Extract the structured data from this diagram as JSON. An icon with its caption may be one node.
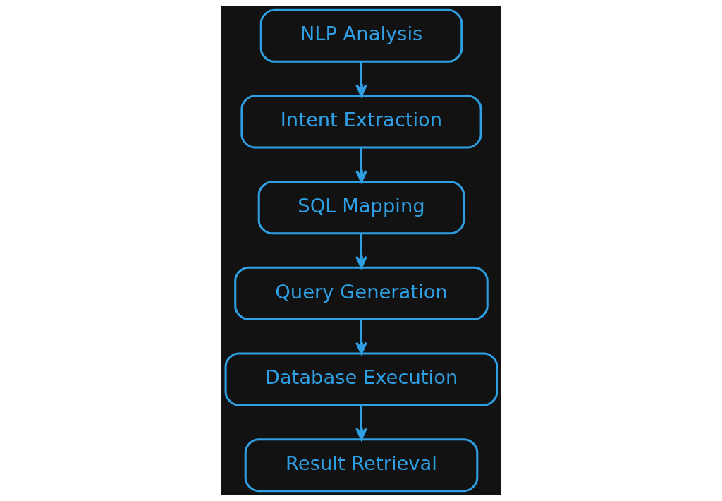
{
  "diagram": {
    "nodes": [
      {
        "text": [
          "NLP Analysis"
        ]
      },
      {
        "text": [
          "Intent Extraction"
        ]
      },
      {
        "text": [
          "SQL Mapping"
        ]
      },
      {
        "text": [
          "Query Generation"
        ]
      },
      {
        "text": [
          "Database Execution"
        ]
      },
      {
        "text": [
          "Result Retrieval"
        ]
      }
    ],
    "edges": [
      {
        "from": 0,
        "to": 1,
        "arrow": "to"
      },
      {
        "from": 1,
        "to": 2,
        "arrow": "to"
      },
      {
        "from": 2,
        "to": 3,
        "arrow": "to"
      },
      {
        "from": 3,
        "to": 4,
        "arrow": "to"
      },
      {
        "from": 4,
        "to": 5,
        "arrow": "to"
      }
    ]
  }
}
